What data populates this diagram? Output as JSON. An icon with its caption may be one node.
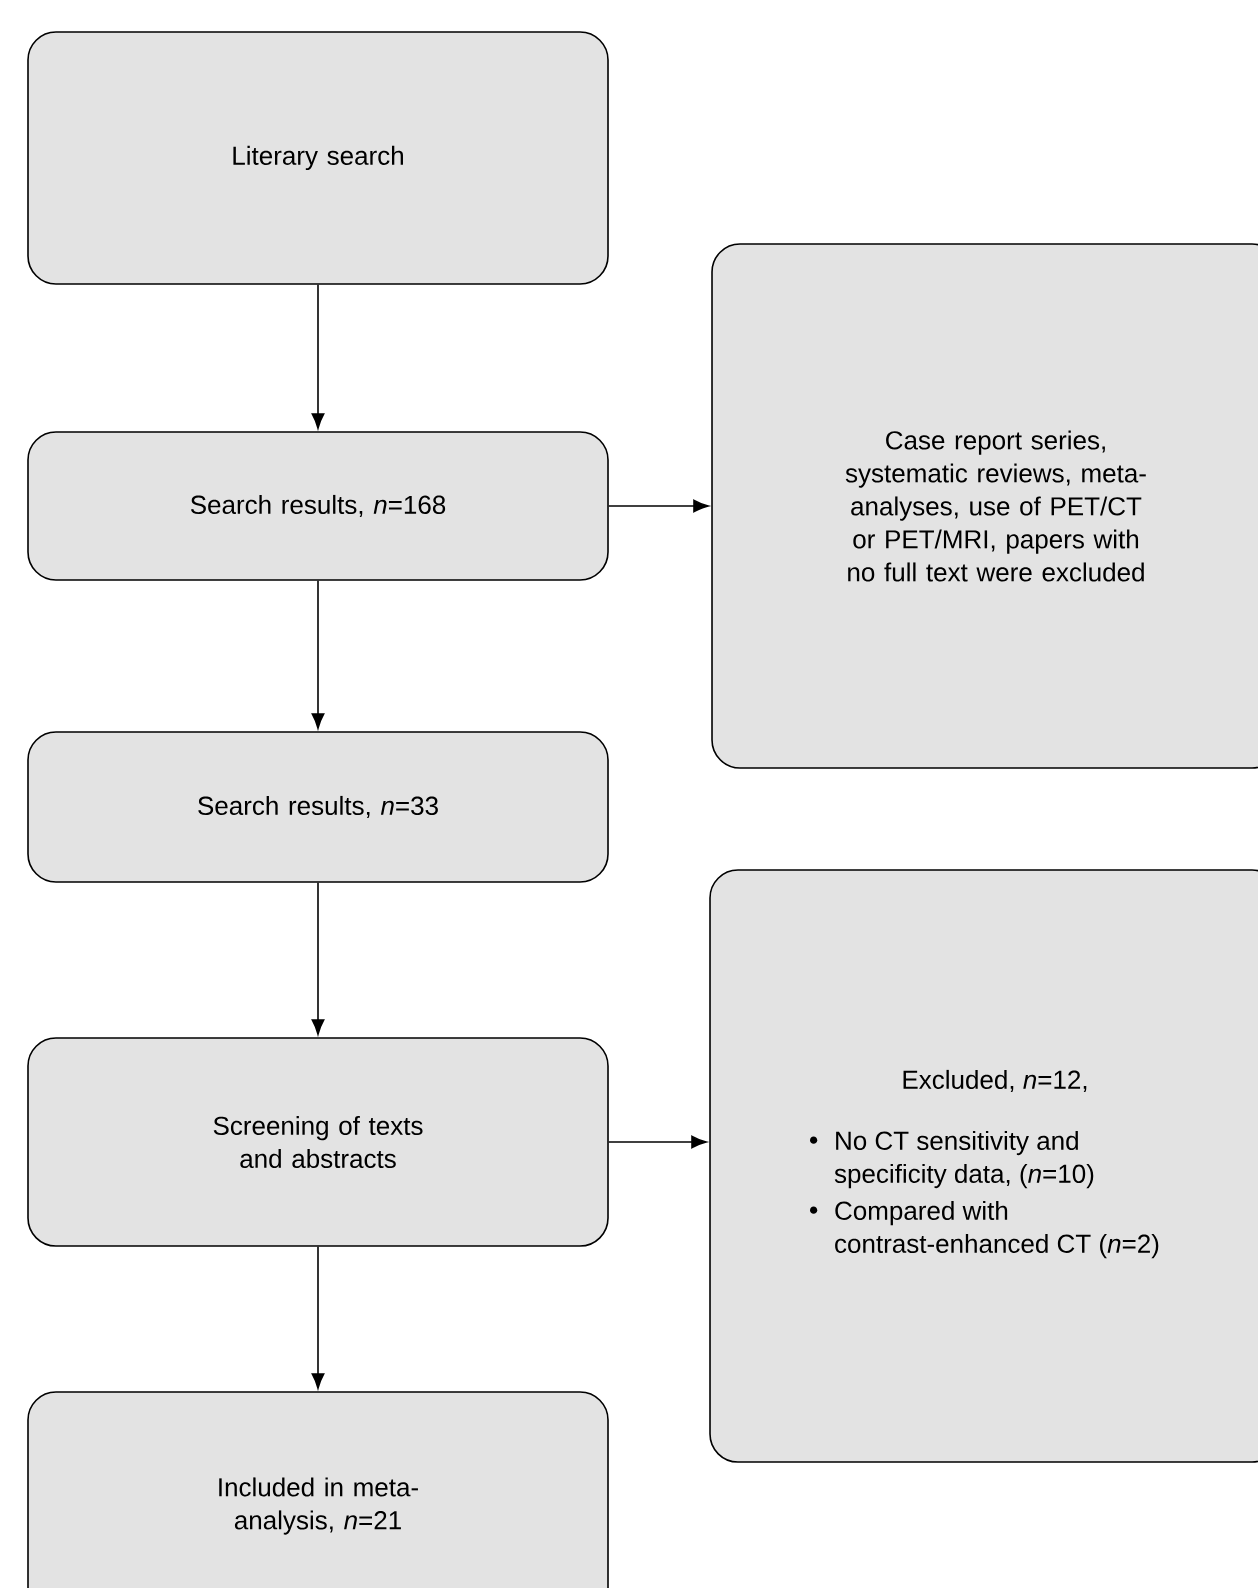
{
  "diagram": {
    "nodes": [
      {
        "text": [
          "Literary search"
        ]
      },
      {
        "text": [
          "Search results, *n*=168"
        ]
      },
      {
        "text": [
          "Case report series, systematic reviews, meta-analyses, use of PET/CT or PET/MRI, papers with no full text were excluded"
        ]
      },
      {
        "text": [
          "Search results, *n*=33"
        ]
      },
      {
        "text": [
          "Screening of texts and abstracts"
        ]
      },
      {
        "text": [
          "Excluded, *n*=12,",
          "No CT sensitivity and specificity data, (*n*=10)",
          "Compared with contrast-enhanced CT (*n*=2)"
        ]
      },
      {
        "text": [
          "Included in meta-analysis, *n*=21"
        ]
      }
    ],
    "edges": [
      {
        "from": 0,
        "to": 1,
        "arrow": "to"
      },
      {
        "from": 1,
        "to": 2,
        "arrow": "to"
      },
      {
        "from": 1,
        "to": 3,
        "arrow": "to"
      },
      {
        "from": 3,
        "to": 4,
        "arrow": "to"
      },
      {
        "from": 4,
        "to": 5,
        "arrow": "to"
      },
      {
        "from": 4,
        "to": 6,
        "arrow": "to"
      }
    ]
  }
}
